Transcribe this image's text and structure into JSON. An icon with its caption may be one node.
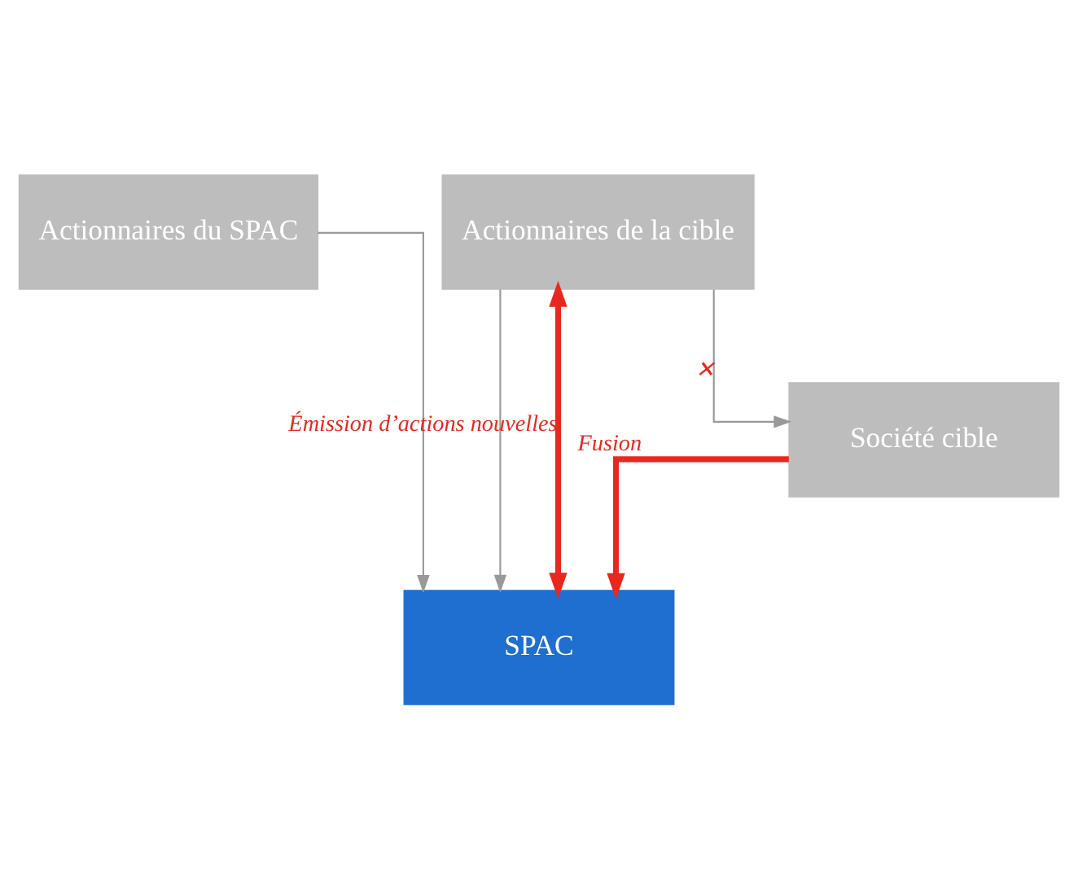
{
  "diagram": {
    "nodes": [
      {
        "text": [
          "Actionnaires du SPAC"
        ]
      },
      {
        "text": [
          "Actionnaires de la cible"
        ]
      },
      {
        "text": [
          "SPAC"
        ]
      },
      {
        "text": [
          "Société cible"
        ]
      }
    ],
    "edges": [
      {
        "from": 0,
        "to": 2,
        "arrow": "to"
      },
      {
        "from": 1,
        "to": 2,
        "arrow": "to"
      },
      {
        "from": 1,
        "to": 2,
        "arrow": "both",
        "label": "Émission d’actions nouvelles",
        "style": "thick",
        "color": "#e8281e"
      },
      {
        "from": 3,
        "to": 2,
        "arrow": "to",
        "label": "Fusion",
        "style": "thick",
        "color": "#e8281e"
      },
      {
        "from": 1,
        "to": 3,
        "arrow": "to",
        "label": "✕"
      }
    ]
  }
}
